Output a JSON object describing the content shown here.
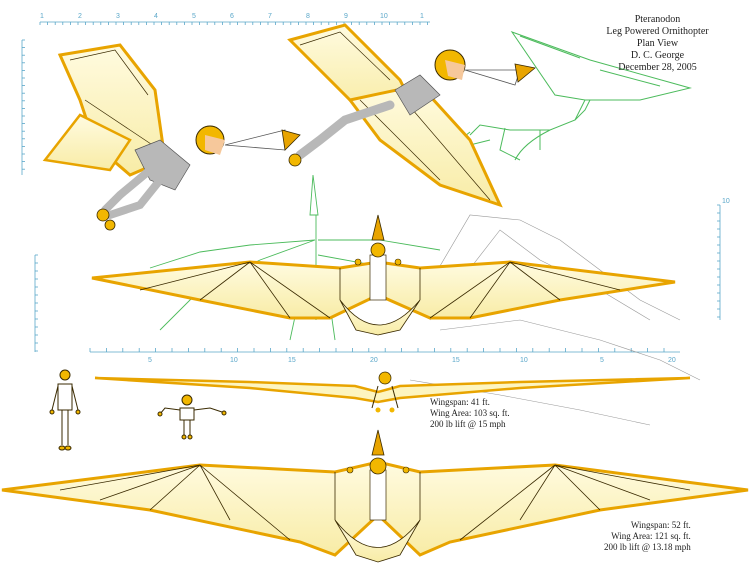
{
  "title_block": {
    "line1": "Pteranodon",
    "line2": "Leg Powered Ornithopter",
    "line3": "Plan View",
    "line4": "D. C. George",
    "line5": "December 28, 2005"
  },
  "spec_small": {
    "wingspan": "Wingspan: 41 ft.",
    "wing_area": "Wing Area: 103 sq. ft.",
    "lift": "200 lb lift @ 15 mph"
  },
  "spec_large": {
    "wingspan": "Wingspan: 52 ft.",
    "wing_area": "Wing Area: 121 sq. ft.",
    "lift": "200 lb lift @ 13.18 mph"
  },
  "ruler_top_ticks": [
    "1",
    "2",
    "3",
    "4",
    "5",
    "6",
    "7",
    "8",
    "9",
    "10",
    "1"
  ],
  "ruler_mid_ticks": [
    "5",
    "10",
    "15",
    "20",
    "15",
    "10",
    "5",
    "20"
  ],
  "ruler_right_tick": "10",
  "colors": {
    "wing_fill": "#fdf5c0",
    "frame": "#e8a400",
    "outline": "#3a2a00",
    "skeleton": "#4cbb5c",
    "ruler": "#5aa7c9",
    "helmet": "#f2b700",
    "suit": "#b8b8b8"
  }
}
